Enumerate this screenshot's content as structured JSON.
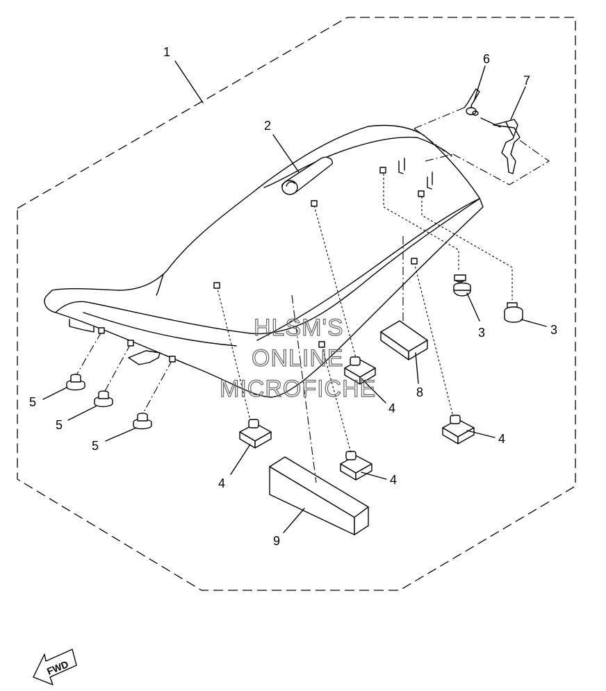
{
  "diagram": {
    "callouts": [
      {
        "id": "c1",
        "label": "1"
      },
      {
        "id": "c2",
        "label": "2"
      },
      {
        "id": "c3a",
        "label": "3"
      },
      {
        "id": "c3b",
        "label": "3"
      },
      {
        "id": "c4a",
        "label": "4"
      },
      {
        "id": "c4b",
        "label": "4"
      },
      {
        "id": "c4c",
        "label": "4"
      },
      {
        "id": "c4d",
        "label": "4"
      },
      {
        "id": "c5a",
        "label": "5"
      },
      {
        "id": "c5b",
        "label": "5"
      },
      {
        "id": "c5c",
        "label": "5"
      },
      {
        "id": "c6",
        "label": "6"
      },
      {
        "id": "c7",
        "label": "7"
      },
      {
        "id": "c8",
        "label": "8"
      },
      {
        "id": "c9",
        "label": "9"
      }
    ],
    "watermark": [
      "HLSM'S",
      "ONLINE",
      "MICROFICHE"
    ],
    "fwd_label": "FWD"
  }
}
